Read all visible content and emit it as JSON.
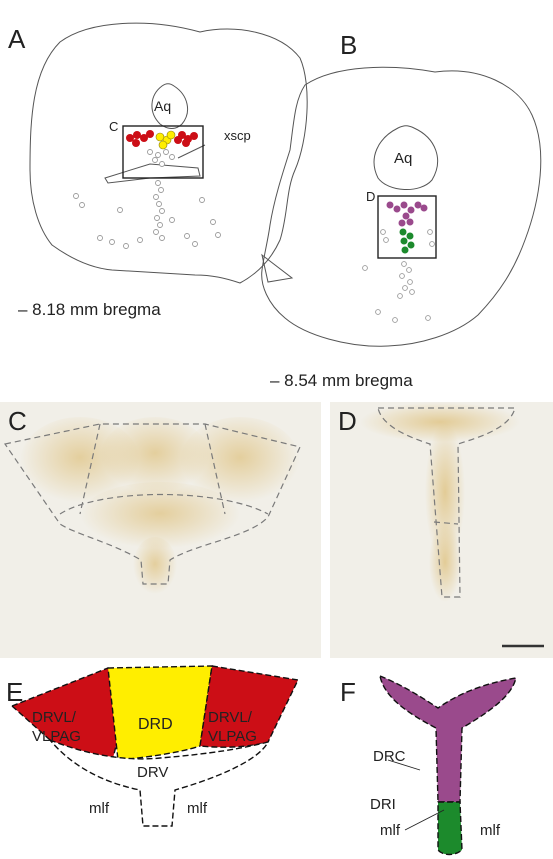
{
  "panels": {
    "A": {
      "letter": "A",
      "label": "– 8.18 mm bregma",
      "aq": "Aq",
      "box_label": "C",
      "xscp": "xscp"
    },
    "B": {
      "letter": "B",
      "label": "– 8.54 mm bregma",
      "aq": "Aq",
      "box_label": "D"
    },
    "C": {
      "letter": "C"
    },
    "D": {
      "letter": "D"
    },
    "E": {
      "letter": "E",
      "regions": {
        "left": "DRVL/\nVLPAG",
        "center": "DRD",
        "right": "DRVL/\nVLPAG",
        "ventral": "DRV",
        "mlf_left": "mlf",
        "mlf_right": "mlf"
      }
    },
    "F": {
      "letter": "F",
      "regions": {
        "drc": "DRC",
        "dri": "DRI",
        "mlf_left": "mlf",
        "mlf_right": "mlf"
      }
    }
  },
  "colors": {
    "red": "#cc0e16",
    "yellow": "#ffee00",
    "purple": "#9a4a8c",
    "green": "#1c8a2c",
    "gray_dot": "#a6a6a6",
    "stain": "#d7b36a",
    "photo_bg": "#f1efe8"
  }
}
